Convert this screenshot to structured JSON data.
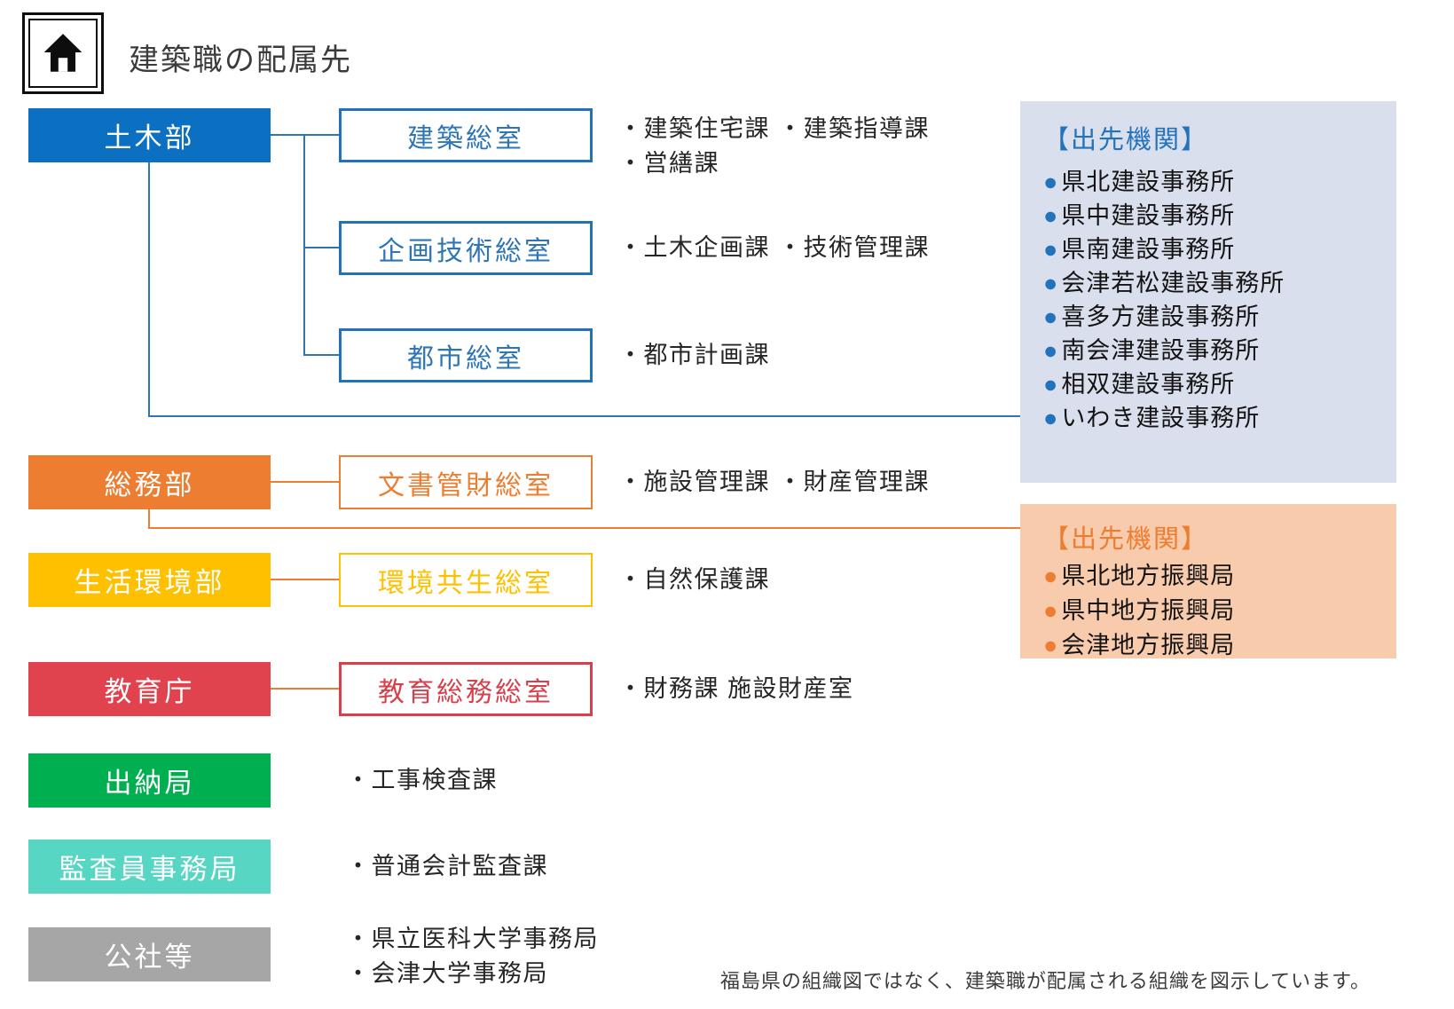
{
  "page": {
    "title": "建築職の配属先",
    "footnote": "福島県の組織図ではなく、建築職が配属される組織を図示しています。"
  },
  "glyphs": {
    "bullet": "●"
  },
  "colors": {
    "civil_blue": "#0c70c2",
    "branch_blue": "#2e75b6",
    "orange": "#ed7d31",
    "yellow": "#ffc000",
    "red": "#e0434e",
    "green": "#00b050",
    "teal": "#56d6c3",
    "gray": "#a6a6a6",
    "panel_blue_bg": "#d9dfec",
    "panel_orange_bg": "#f8cbad"
  },
  "rows": [
    {
      "dept": "土木部",
      "dept_color": "#0c70c2",
      "office": "建築総室",
      "office_color": "#2e75b6",
      "units": [
        "・建築住宅課 ・建築指導課",
        "・営繕課"
      ]
    },
    {
      "office": "企画技術総室",
      "office_color": "#2e75b6",
      "units": [
        "・土木企画課 ・技術管理課"
      ]
    },
    {
      "office": "都市総室",
      "office_color": "#2e75b6",
      "units": [
        "・都市計画課"
      ]
    },
    {
      "dept": "総務部",
      "dept_color": "#ed7d31",
      "office": "文書管財総室",
      "office_color": "#ed7d31",
      "units": [
        "・施設管理課 ・財産管理課"
      ]
    },
    {
      "dept": "生活環境部",
      "dept_color": "#ffc000",
      "office": "環境共生総室",
      "office_color": "#ffc000",
      "units": [
        "・自然保護課"
      ]
    },
    {
      "dept": "教育庁",
      "dept_color": "#e0434e",
      "office": "教育総務総室",
      "office_color": "#d6404b",
      "units": [
        "・財務課 施設財産室"
      ]
    },
    {
      "dept": "出納局",
      "dept_color": "#00b050",
      "units": [
        "・工事検査課"
      ]
    },
    {
      "dept": "監査員事務局",
      "dept_color": "#56d6c3",
      "units": [
        "・普通会計監査課"
      ]
    },
    {
      "dept": "公社等",
      "dept_color": "#a6a6a6",
      "units": [
        "・県立医科大学事務局",
        "・会津大学事務局"
      ]
    }
  ],
  "panels": {
    "blue": {
      "heading": "【出先機関】",
      "items": [
        "県北建設事務所",
        "県中建設事務所",
        "県南建設事務所",
        "会津若松建設事務所",
        "喜多方建設事務所",
        "南会津建設事務所",
        "相双建設事務所",
        "いわき建設事務所"
      ]
    },
    "orange": {
      "heading": "【出先機関】",
      "items": [
        "県北地方振興局",
        "県中地方振興局",
        "会津地方振興局"
      ]
    }
  }
}
